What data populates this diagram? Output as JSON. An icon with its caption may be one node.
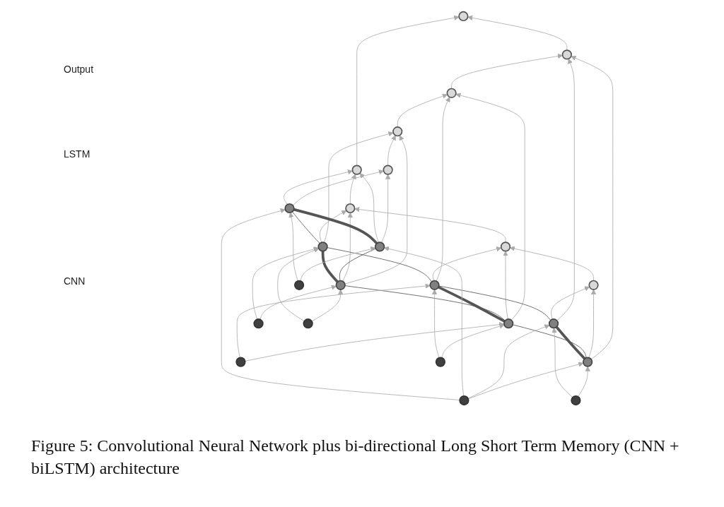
{
  "diagram": {
    "caption": "Figure 5: Convolutional Neural Network plus bi-directional Long Short Term Memory (CNN + biLSTM) architecture",
    "nodes": [
      {
        "text": [],
        "shape": "circle"
      },
      {
        "text": [],
        "shape": "circle"
      },
      {
        "text": [],
        "shape": "circle"
      },
      {
        "text": [],
        "shape": "circle"
      },
      {
        "text": [],
        "shape": "circle"
      },
      {
        "text": [],
        "shape": "circle"
      },
      {
        "text": [],
        "shape": "circle"
      },
      {
        "text": [],
        "shape": "circle"
      },
      {
        "text": [],
        "shape": "circle"
      },
      {
        "text": [],
        "shape": "circle"
      },
      {
        "text": [],
        "shape": "circle"
      },
      {
        "text": [],
        "shape": "circle"
      },
      {
        "text": [],
        "shape": "circle"
      },
      {
        "text": [],
        "shape": "circle"
      },
      {
        "text": [],
        "shape": "circle"
      },
      {
        "text": [],
        "shape": "circle"
      },
      {
        "text": [],
        "shape": "circle"
      },
      {
        "text": [],
        "shape": "circle"
      },
      {
        "text": [],
        "shape": "circle"
      },
      {
        "text": [],
        "shape": "circle"
      },
      {
        "text": [],
        "shape": "circle"
      },
      {
        "text": [],
        "shape": "circle"
      },
      {
        "text": [],
        "shape": "circle"
      },
      {
        "text": [],
        "shape": "circle"
      }
    ],
    "edges": [
      {
        "from": 4,
        "to": 3,
        "arrow": "to"
      },
      {
        "from": 3,
        "to": 2,
        "arrow": "to"
      },
      {
        "from": 2,
        "to": 1,
        "arrow": "to"
      },
      {
        "from": 1,
        "to": 0,
        "arrow": "to"
      },
      {
        "from": 8,
        "to": 0,
        "arrow": "to"
      },
      {
        "from": 5,
        "to": 6,
        "arrow": "to"
      },
      {
        "from": 6,
        "to": 7,
        "arrow": "to"
      },
      {
        "from": 7,
        "to": 8,
        "arrow": "to"
      },
      {
        "from": 9,
        "to": 1,
        "arrow": "to"
      },
      {
        "from": 13,
        "to": 1,
        "arrow": "to"
      },
      {
        "from": 9,
        "to": 5,
        "arrow": "to"
      },
      {
        "from": 13,
        "to": 5,
        "arrow": "to"
      },
      {
        "from": 10,
        "to": 2,
        "arrow": "to"
      },
      {
        "from": 14,
        "to": 2,
        "arrow": "to"
      },
      {
        "from": 10,
        "to": 6,
        "arrow": "to"
      },
      {
        "from": 14,
        "to": 6,
        "arrow": "to"
      },
      {
        "from": 11,
        "to": 3,
        "arrow": "to"
      },
      {
        "from": 15,
        "to": 3,
        "arrow": "to"
      },
      {
        "from": 11,
        "to": 7,
        "arrow": "to"
      },
      {
        "from": 15,
        "to": 7,
        "arrow": "to"
      },
      {
        "from": 12,
        "to": 4,
        "arrow": "to"
      },
      {
        "from": 16,
        "to": 4,
        "arrow": "to"
      },
      {
        "from": 12,
        "to": 8,
        "arrow": "to"
      },
      {
        "from": 16,
        "to": 8,
        "arrow": "to"
      },
      {
        "from": 9,
        "to": 10,
        "arrow": "none",
        "color": "#555555"
      },
      {
        "from": 10,
        "to": 11,
        "arrow": "none",
        "color": "#555555"
      },
      {
        "from": 11,
        "to": 12,
        "arrow": "none",
        "color": "#555555"
      },
      {
        "from": 13,
        "to": 14,
        "arrow": "none",
        "color": "#555555"
      },
      {
        "from": 14,
        "to": 15,
        "arrow": "none",
        "color": "#555555"
      },
      {
        "from": 15,
        "to": 16,
        "arrow": "none",
        "color": "#555555"
      },
      {
        "from": 9,
        "to": 13,
        "arrow": "none",
        "style": "thick",
        "color": "#555555"
      },
      {
        "from": 10,
        "to": 14,
        "arrow": "none",
        "style": "thick",
        "color": "#555555"
      },
      {
        "from": 11,
        "to": 15,
        "arrow": "none",
        "style": "thick",
        "color": "#555555"
      },
      {
        "from": 12,
        "to": 16,
        "arrow": "none",
        "style": "thick",
        "color": "#555555"
      },
      {
        "from": 17,
        "to": 9,
        "arrow": "to"
      },
      {
        "from": 17,
        "to": 13,
        "arrow": "to"
      },
      {
        "from": 20,
        "to": 9,
        "arrow": "to"
      },
      {
        "from": 20,
        "to": 13,
        "arrow": "to"
      },
      {
        "from": 18,
        "to": 10,
        "arrow": "to"
      },
      {
        "from": 18,
        "to": 14,
        "arrow": "to"
      },
      {
        "from": 21,
        "to": 10,
        "arrow": "to"
      },
      {
        "from": 21,
        "to": 14,
        "arrow": "to"
      },
      {
        "from": 19,
        "to": 11,
        "arrow": "to"
      },
      {
        "from": 19,
        "to": 15,
        "arrow": "to"
      },
      {
        "from": 22,
        "to": 11,
        "arrow": "to"
      },
      {
        "from": 22,
        "to": 15,
        "arrow": "to"
      },
      {
        "from": 20,
        "to": 12,
        "arrow": "to"
      },
      {
        "from": 20,
        "to": 16,
        "arrow": "to"
      },
      {
        "from": 23,
        "to": 12,
        "arrow": "to"
      },
      {
        "from": 23,
        "to": 16,
        "arrow": "to"
      }
    ],
    "labels": [
      "Output",
      "LSTM",
      "CNN"
    ]
  }
}
